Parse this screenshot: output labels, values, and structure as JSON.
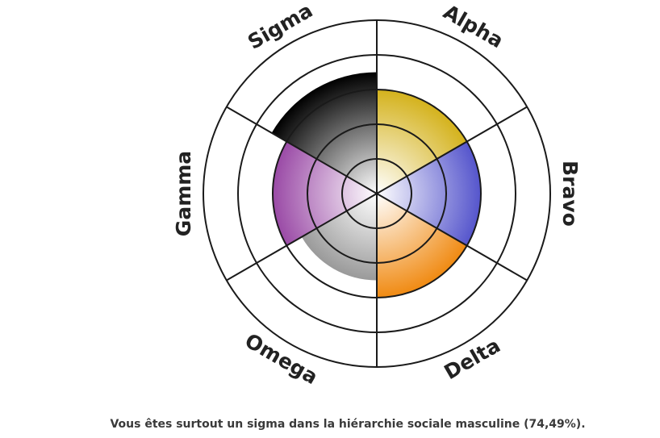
{
  "chart_data": {
    "type": "polar-area",
    "categories": [
      "Alpha",
      "Bravo",
      "Delta",
      "Omega",
      "Gamma",
      "Sigma"
    ],
    "values": [
      3,
      3,
      3,
      2.5,
      3,
      3.5
    ],
    "rlim": [
      0,
      5
    ],
    "rings": [
      1,
      2,
      3,
      4,
      5
    ],
    "colors": [
      "#d4b21c",
      "#5555cc",
      "#f08a12",
      "#9a9a9a",
      "#9a4aa6",
      "#000000"
    ],
    "grid": true,
    "legend": "none"
  },
  "caption": "Vous êtes surtout un sigma dans la hiérarchie sociale masculine (74,49%)."
}
